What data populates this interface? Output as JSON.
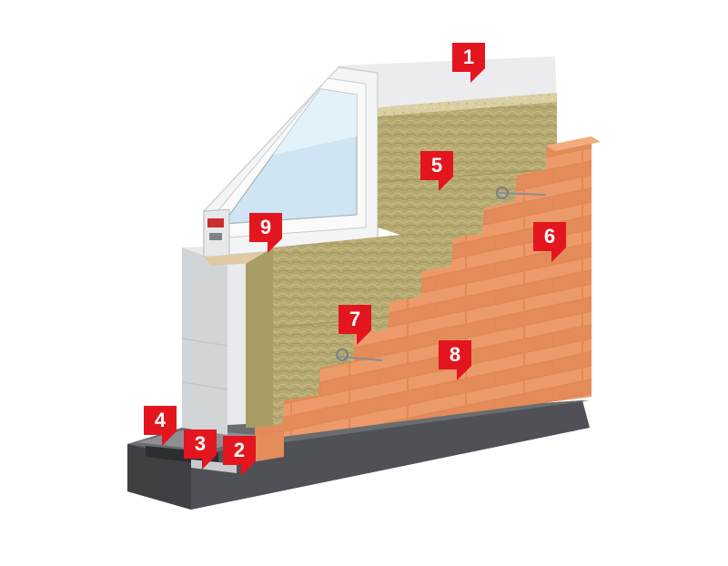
{
  "markers": [
    {
      "label": "1"
    },
    {
      "label": "2"
    },
    {
      "label": "3"
    },
    {
      "label": "4"
    },
    {
      "label": "5"
    },
    {
      "label": "6"
    },
    {
      "label": "7"
    },
    {
      "label": "8"
    },
    {
      "label": "9"
    }
  ],
  "colors": {
    "marker": "#e3161f",
    "brick": "#e8875a",
    "mineral_wool": "#b5a870",
    "block": "#e6e8ea",
    "base": "#505256"
  }
}
